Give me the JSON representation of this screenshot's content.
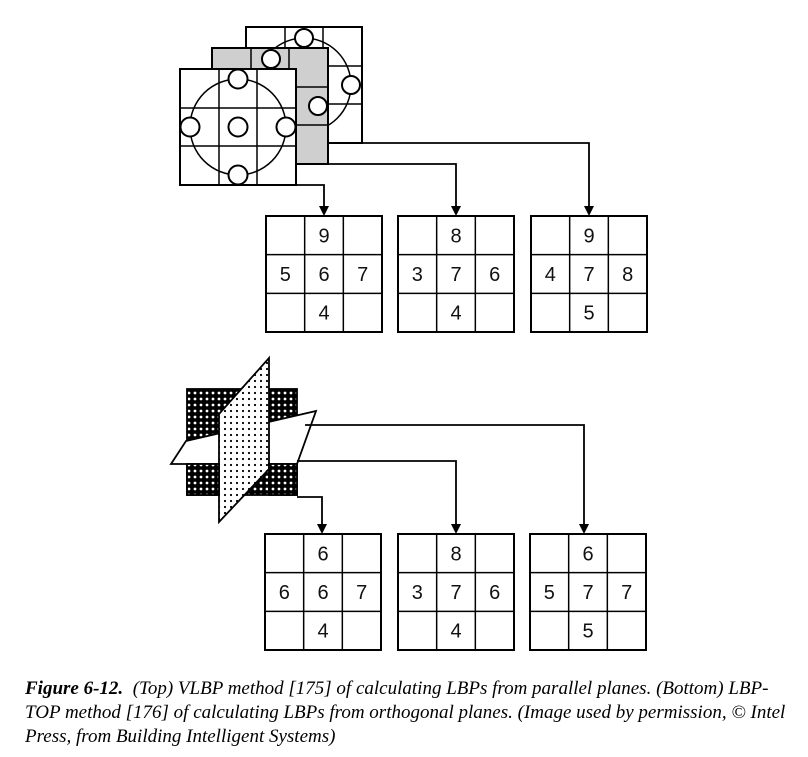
{
  "top": {
    "grids": [
      [
        [
          "",
          "9",
          ""
        ],
        [
          "5",
          "6",
          "7"
        ],
        [
          "",
          "4",
          ""
        ]
      ],
      [
        [
          "",
          "8",
          ""
        ],
        [
          "3",
          "7",
          "6"
        ],
        [
          "",
          "4",
          ""
        ]
      ],
      [
        [
          "",
          "9",
          ""
        ],
        [
          "4",
          "7",
          "8"
        ],
        [
          "",
          "5",
          ""
        ]
      ]
    ]
  },
  "bottom": {
    "grids": [
      [
        [
          "",
          "6",
          ""
        ],
        [
          "6",
          "6",
          "7"
        ],
        [
          "",
          "4",
          ""
        ]
      ],
      [
        [
          "",
          "8",
          ""
        ],
        [
          "3",
          "7",
          "6"
        ],
        [
          "",
          "4",
          ""
        ]
      ],
      [
        [
          "",
          "6",
          ""
        ],
        [
          "5",
          "7",
          "7"
        ],
        [
          "",
          "5",
          ""
        ]
      ]
    ]
  },
  "caption": {
    "label": "Figure 6-12.",
    "text": "(Top) VLBP method [175] of calculating LBPs from parallel planes. (Bottom) LBP-TOP method [176] of calculating LBPs from orthogonal planes. (Image used by permission, © Intel Press, from Building Intelligent Systems)"
  }
}
